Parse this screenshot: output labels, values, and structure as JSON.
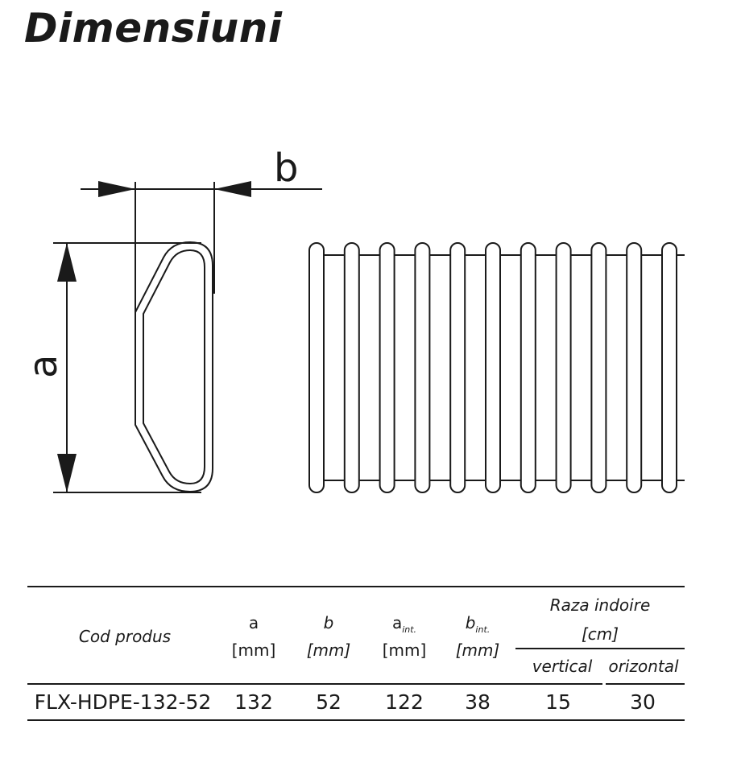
{
  "page": {
    "title": "Dimensiuni"
  },
  "drawing": {
    "label_a": "a",
    "label_b": "b"
  },
  "table": {
    "headers": {
      "code": "Cod produs",
      "a": {
        "symbol": "a",
        "unit": "[mm]"
      },
      "b": {
        "symbol": "b",
        "unit": "[mm]"
      },
      "a_int": {
        "symbol": "a",
        "subscript": "int.",
        "unit": "[mm]"
      },
      "b_int": {
        "symbol": "b",
        "subscript": "int.",
        "unit": "[mm]"
      },
      "radius": {
        "label": "Raza indoire",
        "unit": "[cm]",
        "vertical": "vertical",
        "horizontal": "orizontal"
      }
    },
    "row": {
      "code": "FLX-HDPE-132-52",
      "a": "132",
      "b": "52",
      "a_int": "122",
      "b_int": "38",
      "vertical": "15",
      "horizontal": "30"
    }
  }
}
